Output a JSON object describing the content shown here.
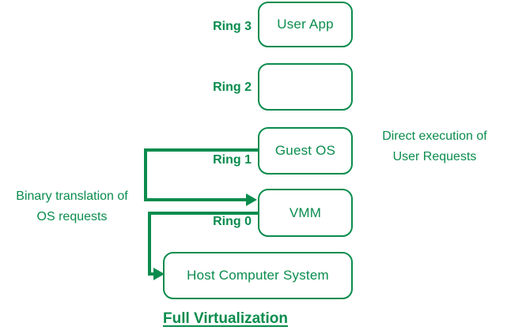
{
  "diagram": {
    "title": "Full Virtualization",
    "accent_color": "#0A8C4D",
    "background_color": "#FFFFFF",
    "ring_labels": {
      "ring3": "Ring 3",
      "ring2": "Ring 2",
      "ring1": "Ring 1",
      "ring0": "Ring 0"
    },
    "boxes": {
      "user_app": "User App",
      "ring2_box": "",
      "guest_os": "Guest OS",
      "vmm": "VMM",
      "host": "Host Computer System"
    },
    "annotations": {
      "binary_translation": "Binary translation of\nOS requests",
      "direct_execution": "Direct execution of\nUser Requests"
    }
  }
}
